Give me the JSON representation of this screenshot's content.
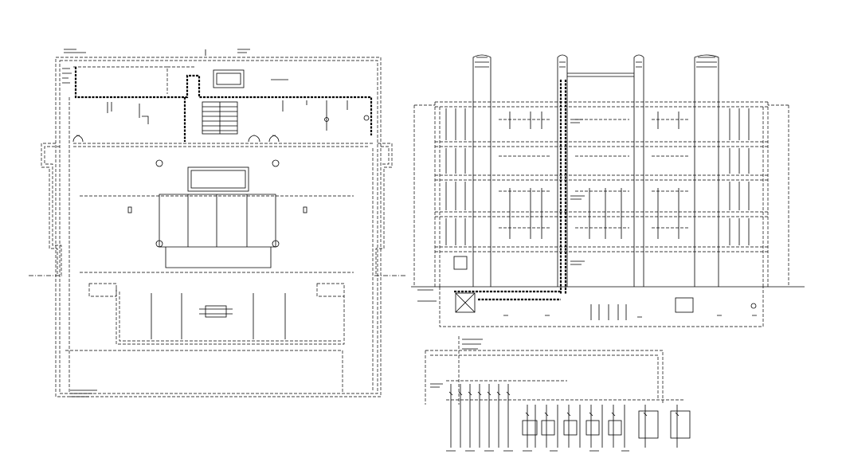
{
  "drawing": {
    "views": [
      {
        "id": "floor-plan"
      },
      {
        "id": "building-elevation"
      },
      {
        "id": "single-line-diagram"
      }
    ],
    "colors": {
      "background": "#ffffff",
      "ink": "#000000"
    }
  }
}
